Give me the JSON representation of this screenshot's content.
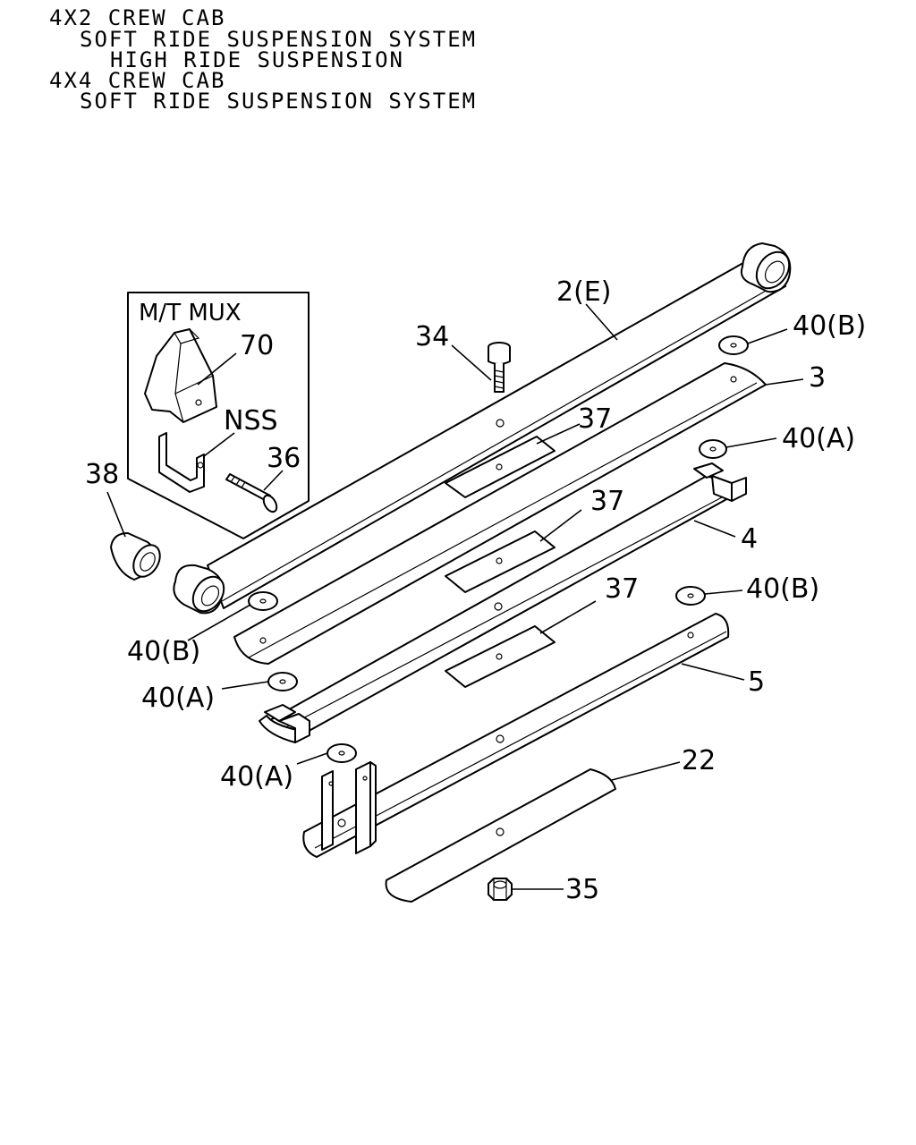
{
  "header": {
    "lines": [
      "4X2 CREW CAB",
      "SOFT RIDE SUSPENSION SYSTEM",
      "HIGH RIDE SUSPENSION",
      "4X4 CREW CAB",
      "SOFT RIDE SUSPENSION SYSTEM"
    ]
  },
  "inset": {
    "title": "M/T MUX",
    "labels": {
      "p70": "70",
      "nss": "NSS",
      "p36": "36"
    }
  },
  "callouts": {
    "p2": "2(E)",
    "p34": "34",
    "p40b_top": "40(B)",
    "p3": "3",
    "p37_a": "37",
    "p40a_top": "40(A)",
    "p37_b": "37",
    "p4": "4",
    "p38": "38",
    "p40b_left": "40(B)",
    "p37_c": "37",
    "p40b_right": "40(B)",
    "p40a_mid": "40(A)",
    "p5": "5",
    "p40a_low": "40(A)",
    "p22": "22",
    "p35": "35"
  }
}
